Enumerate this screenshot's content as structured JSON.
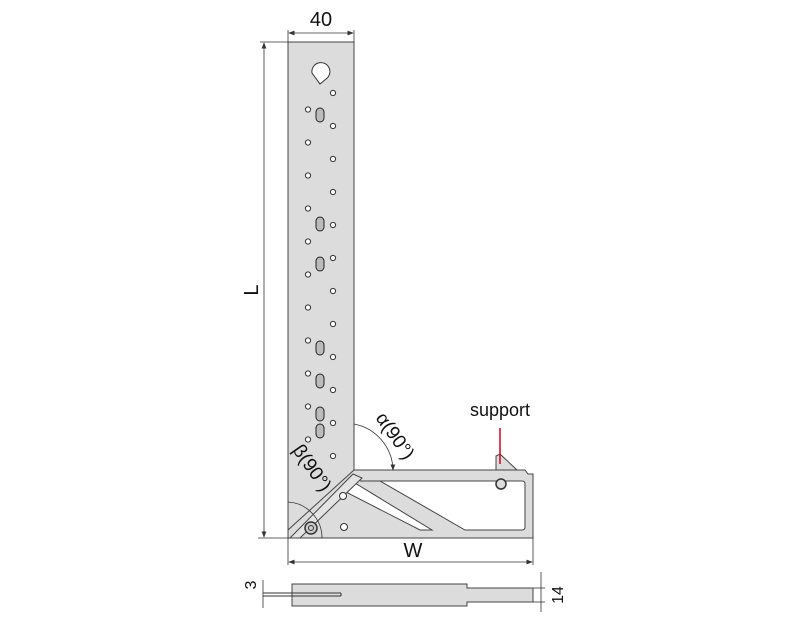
{
  "diagram": {
    "title": "Adjustable square with support",
    "dimensions": {
      "blade_width": "40",
      "length": "L",
      "width": "W",
      "thickness_blade": "3",
      "thickness_base": "14"
    },
    "angles": {
      "alpha": "α(90°)",
      "beta": "β(90°)"
    },
    "callouts": {
      "support": "support"
    },
    "colors": {
      "metal": "#dcdcdc",
      "outline": "#333333",
      "callout": "#d0021b"
    }
  }
}
